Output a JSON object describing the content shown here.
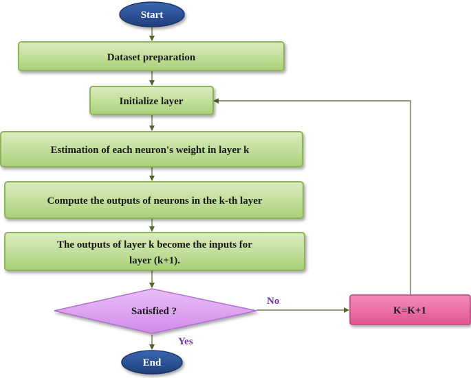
{
  "flowchart": {
    "start": "Start",
    "end": "End",
    "steps": {
      "dataset": "Dataset preparation",
      "init": "Initialize layer",
      "estimate": "Estimation of each neuron's weight in layer k",
      "compute": "Compute the outputs of neurons in the k-th layer",
      "outputs_line1": "The outputs of layer k become the inputs for",
      "outputs_line2": "layer (k+1)."
    },
    "decision": "Satisfied ?",
    "increment": "K=K+1",
    "labels": {
      "no": "No",
      "yes": "Yes"
    }
  },
  "colors": {
    "terminal_fill": "#2e5597",
    "process_fill": "#c5e0a2",
    "process_border": "#8fb35a",
    "decision_fill": "#dda0f0",
    "increment_fill": "#ee6aa6",
    "label_color": "#7030a0",
    "connector": "#4f6228"
  }
}
